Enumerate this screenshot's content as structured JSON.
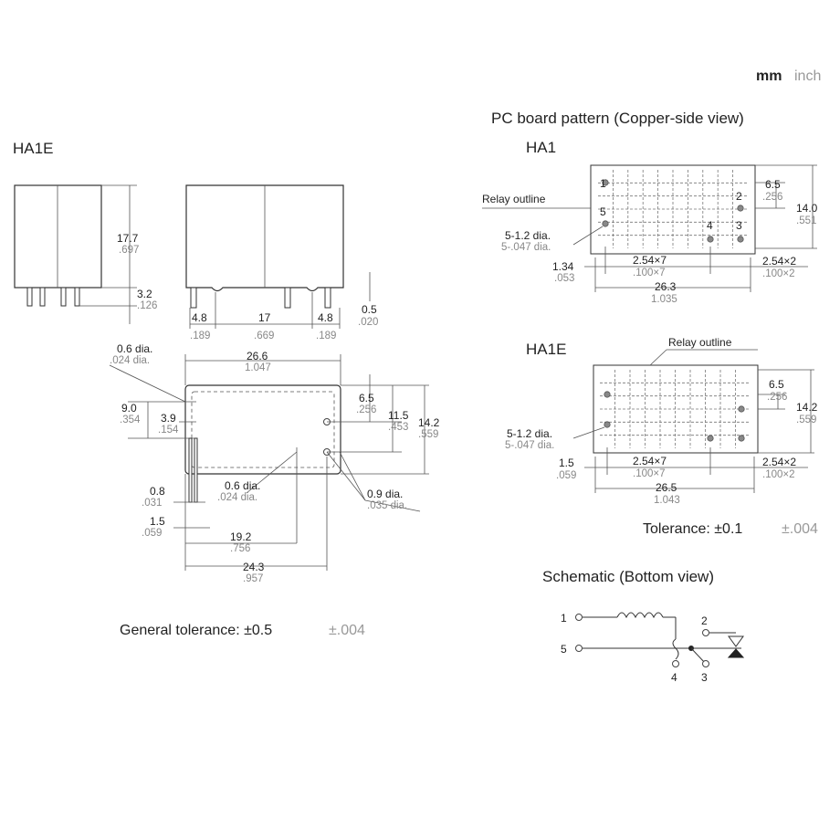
{
  "units": {
    "mm": "mm",
    "inch": "inch"
  },
  "left": {
    "title": "HA1E",
    "side_dims": {
      "height_mm": "17.7",
      "height_in": ".697",
      "pin_mm": "3.2",
      "pin_in": ".126"
    },
    "front_dims": {
      "a_mm": "4.8",
      "a_in": ".189",
      "b_mm": "17",
      "b_in": ".669",
      "c_mm": "4.8",
      "c_in": ".189",
      "t_mm": "0.5",
      "t_in": ".020"
    },
    "bottom_dims": {
      "hole06_mm": "0.6 dia.",
      "hole06_in": ".024 dia.",
      "width_mm": "26.6",
      "width_in": "1.047",
      "h90_mm": "9.0",
      "h90_in": ".354",
      "h39_mm": "3.9",
      "h39_in": ".154",
      "h65_mm": "6.5",
      "h65_in": ".256",
      "h115_mm": "11.5",
      "h115_in": ".453",
      "h142_mm": "14.2",
      "h142_in": ".559",
      "p08_mm": "0.8",
      "p08_in": ".031",
      "hole06b_mm": "0.6 dia.",
      "hole06b_in": ".024 dia.",
      "hole09_mm": "0.9 dia.",
      "hole09_in": ".035 dia.",
      "p15_mm": "1.5",
      "p15_in": ".059",
      "d192_mm": "19.2",
      "d192_in": ".756",
      "d243_mm": "24.3",
      "d243_in": ".957"
    },
    "tolerance_label": "General tolerance: ±0.5",
    "tolerance_inch": "±.004"
  },
  "right": {
    "pcb_title": "PC board pattern (Copper-side view)",
    "ha1": {
      "title": "HA1",
      "relay_outline": "Relay outline",
      "hole_mm": "5-1.2 dia.",
      "hole_in": "5-.047 dia.",
      "h65_mm": "6.5",
      "h65_in": ".256",
      "h140_mm": "14.0",
      "h140_in": ".551",
      "x134_mm": "1.34",
      "x134_in": ".053",
      "pitch_mm": "2.54×7",
      "pitch_in": ".100×7",
      "pitch2_mm": "2.54×2",
      "pitch2_in": ".100×2",
      "len_mm": "26.3",
      "len_in": "1.035",
      "pins": [
        "1",
        "2",
        "5",
        "4",
        "3"
      ]
    },
    "ha1e": {
      "title": "HA1E",
      "relay_outline": "Relay outline",
      "hole_mm": "5-1.2 dia.",
      "hole_in": "5-.047 dia.",
      "h65_mm": "6.5",
      "h65_in": ".256",
      "h142_mm": "14.2",
      "h142_in": ".559",
      "x15_mm": "1.5",
      "x15_in": ".059",
      "pitch_mm": "2.54×7",
      "pitch_in": ".100×7",
      "pitch2_mm": "2.54×2",
      "pitch2_in": ".100×2",
      "len_mm": "26.5",
      "len_in": "1.043"
    },
    "tolerance_label": "Tolerance: ±0.1",
    "tolerance_inch": "±.004",
    "schematic_title": "Schematic (Bottom view)",
    "schematic_pins": {
      "p1": "1",
      "p5": "5",
      "p2": "2",
      "p4": "4",
      "p3": "3"
    }
  }
}
